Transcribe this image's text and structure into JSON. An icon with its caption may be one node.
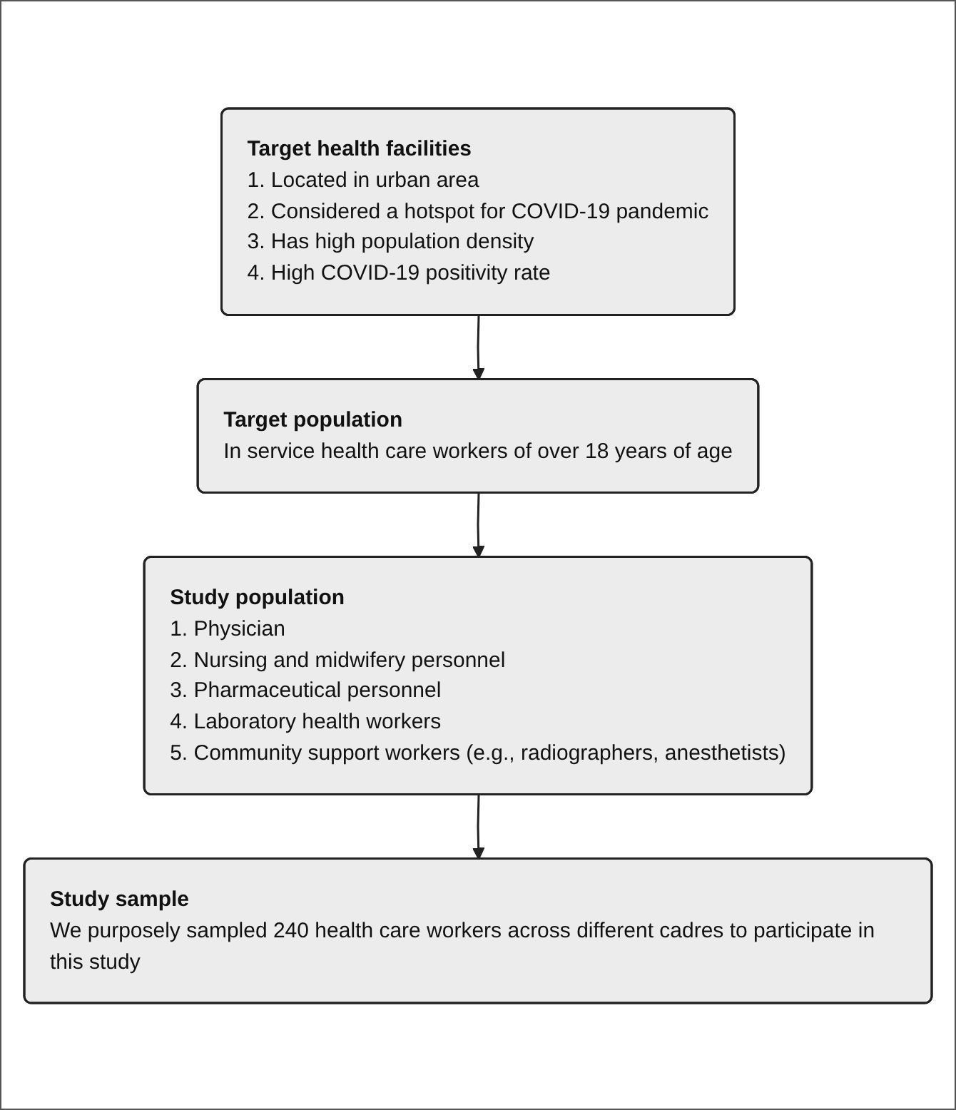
{
  "diagram": {
    "nodes": [
      {
        "text": [
          "Target health facilities",
          "1. Located in urban area",
          "2. Considered a hotspot for COVID-19 pandemic",
          "3. Has high population density",
          "4. High COVID-19 positivity rate"
        ]
      },
      {
        "text": [
          "Target population",
          "In service health care workers of over 18 years of age"
        ]
      },
      {
        "text": [
          "Study population",
          "1. Physician",
          "2. Nursing and midwifery personnel",
          "3. Pharmaceutical personnel",
          "4. Laboratory health workers",
          "5. Community support workers (e.g., radiographers, anesthetists)"
        ]
      },
      {
        "text": [
          "Study sample",
          "We purposely sampled 240 health care workers across different cadres to participate in this study"
        ]
      }
    ],
    "edges": [
      {
        "from": 0,
        "to": 1,
        "arrow": "to"
      },
      {
        "from": 1,
        "to": 2,
        "arrow": "to"
      },
      {
        "from": 2,
        "to": 3,
        "arrow": "to"
      }
    ]
  }
}
